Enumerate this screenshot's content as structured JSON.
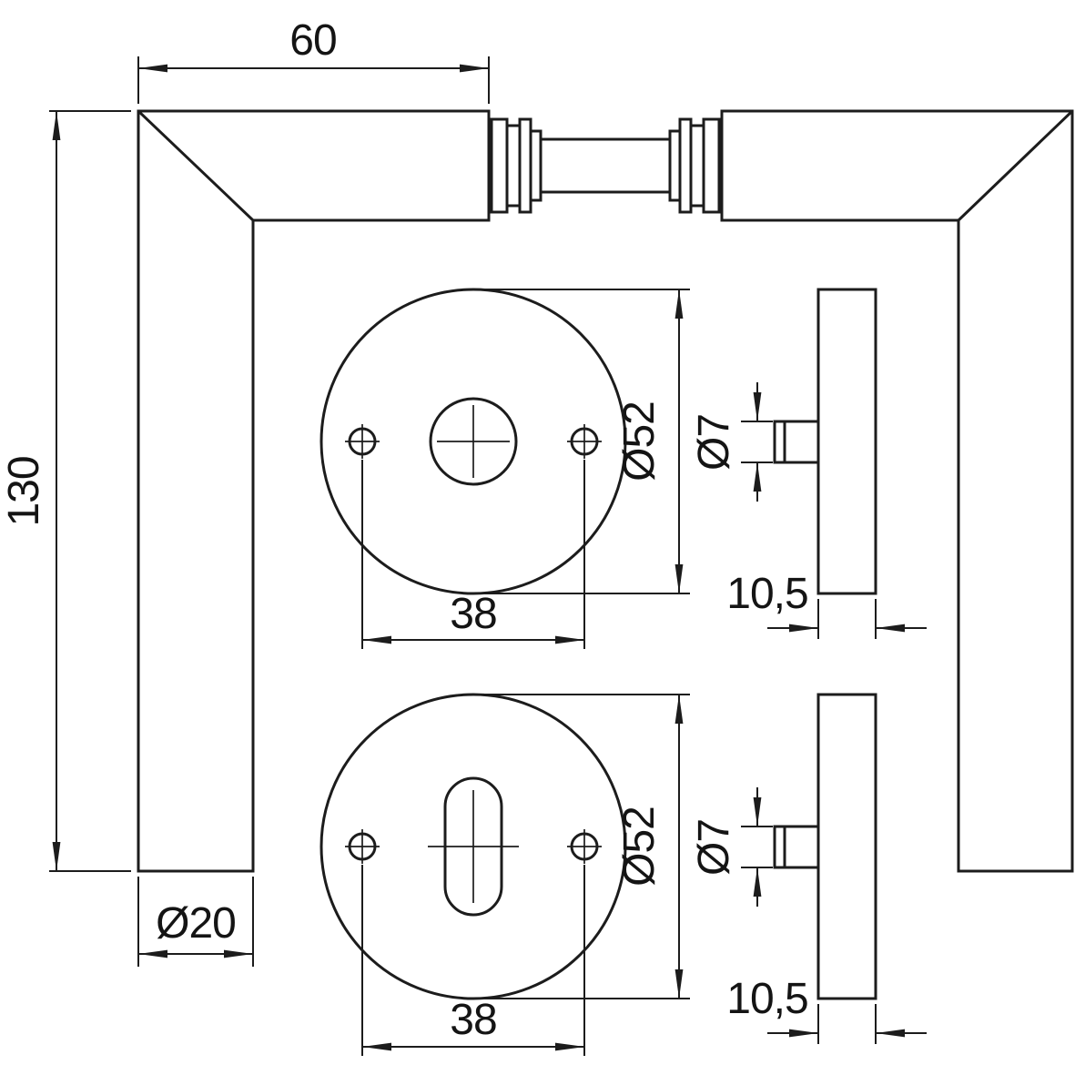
{
  "drawing": {
    "kind": "door-handle-rosette-technical-drawing",
    "colors": {
      "line": "#1c1c1c",
      "background": "#ffffff"
    },
    "labels": {
      "handle_width": "60",
      "handle_height": "130",
      "grip_diameter": "Ø20",
      "rosette_top": {
        "diameter": "Ø52",
        "screw_spacing": "38",
        "spindle_diameter": "Ø7",
        "thickness": "10,5"
      },
      "rosette_bottom": {
        "diameter": "Ø52",
        "screw_spacing": "38",
        "spindle_diameter": "Ø7",
        "thickness": "10,5"
      }
    }
  }
}
